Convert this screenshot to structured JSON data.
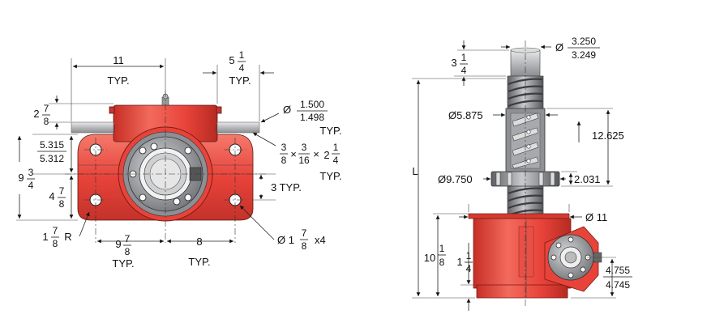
{
  "front_view": {
    "d_11_typ": {
      "value": "11",
      "note": "TYP."
    },
    "d_5_1_4_typ": {
      "whole": "5",
      "num": "1",
      "den": "4",
      "note": "TYP."
    },
    "d_2_7_8": {
      "whole": "2",
      "num": "7",
      "den": "8"
    },
    "d_shaft": {
      "prefix": "Ø",
      "num": "1.500",
      "den": "1.498",
      "note": "TYP."
    },
    "d_5315": {
      "top": "5.315",
      "bottom": "5.312"
    },
    "d_9_3_4": {
      "whole": "9",
      "num": "3",
      "den": "4"
    },
    "d_keyway": {
      "a_num": "3",
      "a_den": "8",
      "times1": "×",
      "b_num": "3",
      "b_den": "16",
      "times2": "×",
      "c_whole": "2",
      "c_num": "1",
      "c_den": "4",
      "note": "TYP."
    },
    "d_4_7_8": {
      "whole": "4",
      "num": "7",
      "den": "8"
    },
    "d_3_typ": "3 TYP.",
    "d_1_7_8_r": {
      "whole": "1",
      "num": "7",
      "den": "8",
      "suffix": "R"
    },
    "d_9_7_8_typ": {
      "whole": "9",
      "num": "7",
      "den": "8",
      "note": "TYP."
    },
    "d_8_typ": {
      "value": "8",
      "note": "TYP."
    },
    "d_holes": {
      "prefix": "Ø 1",
      "num": "7",
      "den": "8",
      "suffix": "x4"
    }
  },
  "side_view": {
    "d_screw": {
      "prefix": "Ø",
      "num": "3.250",
      "den": "3.249"
    },
    "d_3_1_4": {
      "whole": "3",
      "num": "1",
      "den": "4"
    },
    "d_L": "L",
    "d_5875": "Ø5.875",
    "d_12625": "12.625",
    "d_9750": "Ø9.750",
    "d_2031": "2.031",
    "d_11": "Ø 11",
    "d_10_1_8": {
      "whole": "10",
      "num": "1",
      "den": "8"
    },
    "d_1_1_4": {
      "whole": "1",
      "num": "1",
      "den": "4"
    },
    "d_4755": {
      "top": "4.755",
      "bottom": "4.745"
    }
  },
  "colors": {
    "housing": "#e8433a",
    "housing_dark": "#b62a22",
    "flange": "#8d8f94",
    "screw": "#6b6d70"
  }
}
